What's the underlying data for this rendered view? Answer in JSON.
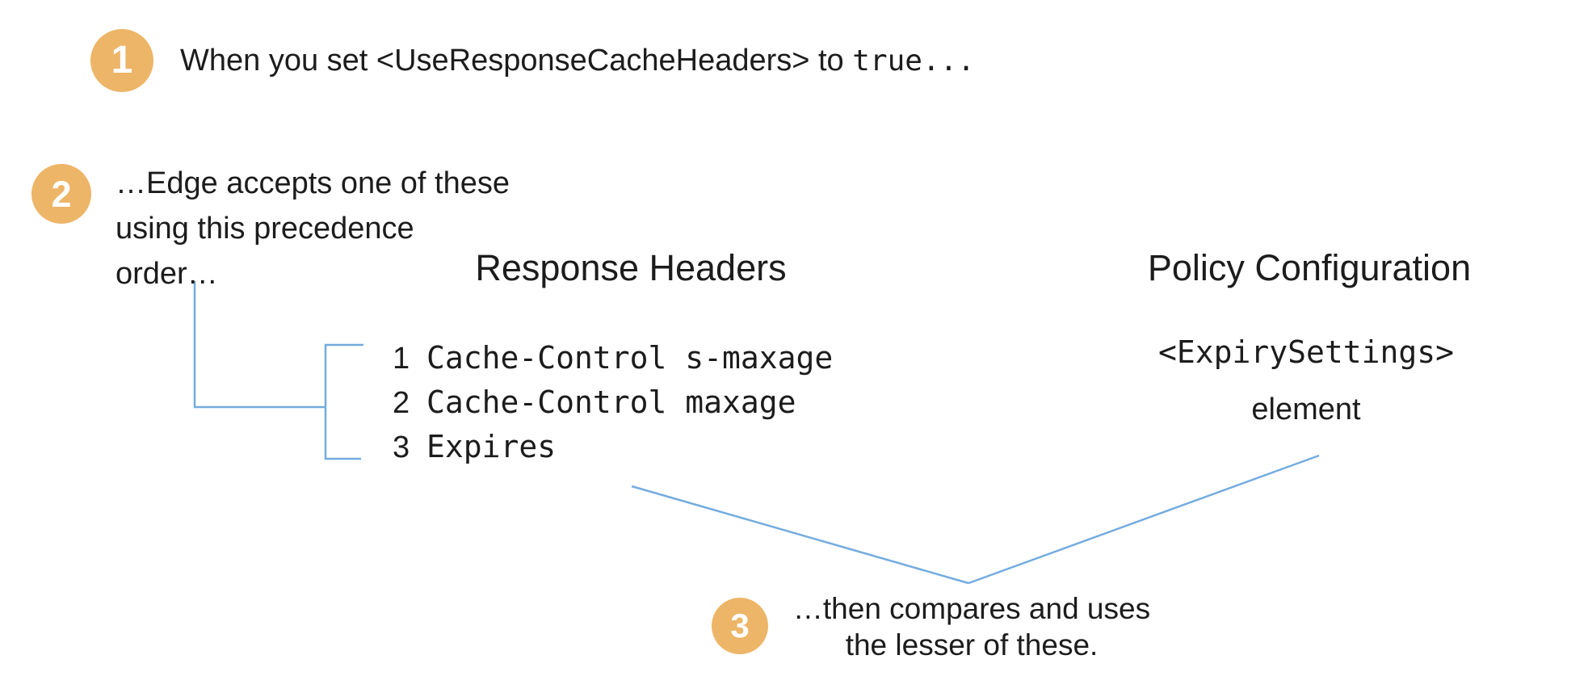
{
  "colors": {
    "badge_orange": "#edb567",
    "connector_blue": "#73acdf",
    "text": "#1c1c1c",
    "background": "#ffffff"
  },
  "steps": {
    "step1": {
      "number": "1",
      "prefix": "When you set <UseResponseCacheHeaders> to ",
      "code": "true..."
    },
    "step2": {
      "number": "2",
      "lines": [
        "…Edge accepts one of these",
        "using this precedence",
        "order…"
      ]
    },
    "step3": {
      "number": "3",
      "lines": [
        "…then compares and uses",
        "the lesser of these."
      ]
    }
  },
  "response_headers": {
    "title": "Response Headers",
    "items": [
      {
        "rank": "1",
        "value": "Cache-Control s-maxage"
      },
      {
        "rank": "2",
        "value": "Cache-Control maxage"
      },
      {
        "rank": "3",
        "value": "Expires"
      }
    ]
  },
  "policy_configuration": {
    "title": "Policy Configuration",
    "element_name": "<ExpirySettings>",
    "element_label": "element"
  }
}
